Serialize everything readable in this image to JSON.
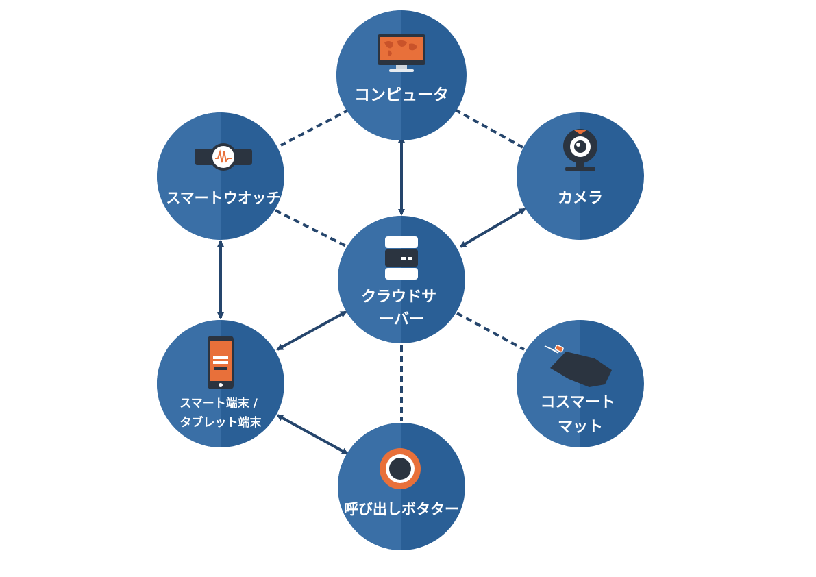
{
  "diagram": {
    "nodes": {
      "computer": {
        "label_lines": [
          "コンピュータ"
        ],
        "icon": "monitor-icon"
      },
      "watch": {
        "label_lines": [
          "スマートウオッチ"
        ],
        "icon": "smartwatch-icon"
      },
      "camera": {
        "label_lines": [
          "カメラ"
        ],
        "icon": "webcam-icon"
      },
      "cloud": {
        "label_lines": [
          "クラウドサ",
          "ーバー"
        ],
        "icon": "server-icon"
      },
      "smartphone": {
        "label_lines": [
          "スマート端末 /",
          "タブレット端末"
        ],
        "icon": "smartphone-icon"
      },
      "mat": {
        "label_lines": [
          "コスマート",
          "マット"
        ],
        "icon": "mat-icon"
      },
      "button": {
        "label_lines": [
          "呼び出しボタター"
        ],
        "icon": "call-button-icon"
      }
    },
    "edges": [
      {
        "from": "computer",
        "to": "watch",
        "style": "dashed"
      },
      {
        "from": "computer",
        "to": "camera",
        "style": "dashed"
      },
      {
        "from": "watch",
        "to": "cloud",
        "style": "dashed"
      },
      {
        "from": "cloud",
        "to": "mat",
        "style": "dashed"
      },
      {
        "from": "cloud",
        "to": "button",
        "style": "dashed"
      },
      {
        "from": "computer",
        "to": "cloud",
        "style": "solid",
        "arrows": "both"
      },
      {
        "from": "cloud",
        "to": "camera",
        "style": "solid",
        "arrows": "both"
      },
      {
        "from": "cloud",
        "to": "smartphone",
        "style": "solid",
        "arrows": "both"
      },
      {
        "from": "watch",
        "to": "smartphone",
        "style": "solid",
        "arrows": "both"
      },
      {
        "from": "smartphone",
        "to": "button",
        "style": "solid",
        "arrows": "both"
      }
    ],
    "colors": {
      "node_fill": "#2a5f96",
      "node_fill_light": "#3a6fa6",
      "edge": "#25456c",
      "accent_orange": "#e8703a",
      "icon_dark": "#2b3440",
      "icon_white": "#ffffff"
    }
  }
}
